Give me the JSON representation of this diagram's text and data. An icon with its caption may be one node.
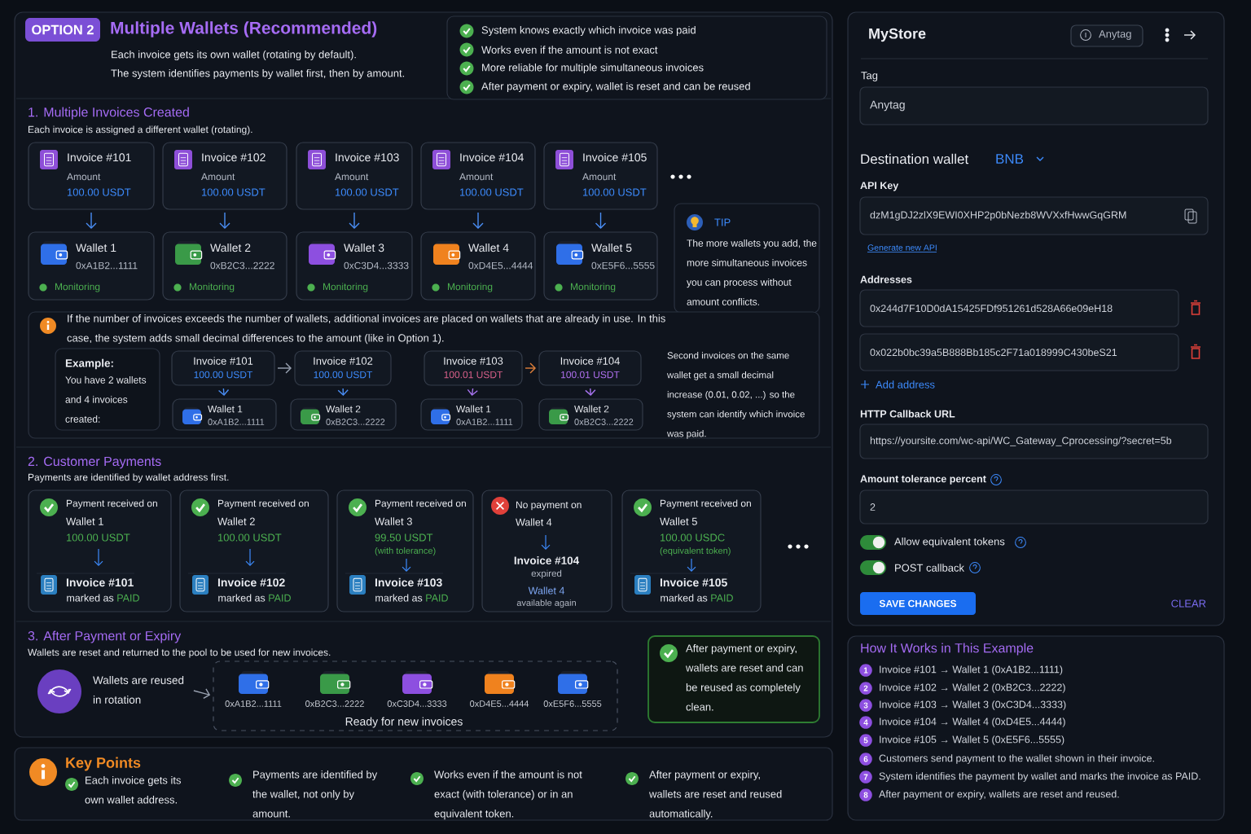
{
  "diagram": {
    "title": "Multiple Wallets (Recommended)",
    "nodes": [
      {
        "text": [
          "System knows exactly which invoice was paid",
          "Works even if the amount is not exact",
          "More reliable for multiple simultaneous invoices",
          "After payment or expiry, wallet is reset and can be reused"
        ]
      },
      {
        "text": [
          "Invoice #101",
          "Amount",
          "100.00 USDT"
        ]
      },
      {
        "text": [
          "Invoice #102",
          "Amount",
          "100.00 USDT"
        ]
      },
      {
        "text": [
          "Invoice #103",
          "Amount",
          "100.00 USDT"
        ]
      },
      {
        "text": [
          "Invoice #104",
          "Amount",
          "100.00 USDT"
        ]
      },
      {
        "text": [
          "Invoice #105",
          "Amount",
          "100.00 USDT"
        ]
      },
      {
        "text": [
          "Wallet 1",
          "0xA1B2...1111",
          "Monitoring"
        ]
      },
      {
        "text": [
          "Wallet 2",
          "0xB2C3...2222",
          "Monitoring"
        ]
      },
      {
        "text": [
          "Wallet 3",
          "0xC3D4...3333",
          "Monitoring"
        ]
      },
      {
        "text": [
          "Wallet 4",
          "0xD4E5...4444",
          "Monitoring"
        ]
      },
      {
        "text": [
          "Wallet 5",
          "0xE5F6...5555",
          "Monitoring"
        ]
      },
      {
        "text": [
          "TIP",
          "The more wallets you add, the more simultaneous invoices you can process without amount conflicts."
        ]
      },
      {
        "text": [
          "If the number of invoices exceeds the number of wallets, additional invoices are placed on wallets that are already in use. In this case, the system adds small decimal differences to the amount (like in Option 1)."
        ]
      },
      {
        "text": [
          "Example:",
          "You have 2 wallets and 4 invoices created:"
        ],
        "in": 12
      },
      {
        "text": [
          "Invoice #101",
          "100.00 USDT"
        ],
        "in": 12
      },
      {
        "text": [
          "Invoice #102",
          "100.00 USDT"
        ],
        "in": 12
      },
      {
        "text": [
          "Invoice #103",
          "100.01 USDT"
        ],
        "in": 12
      },
      {
        "text": [
          "Invoice #104",
          "100.01 USDT"
        ],
        "in": 12
      },
      {
        "text": [
          "Wallet 1",
          "0xA1B2...1111"
        ],
        "in": 12
      },
      {
        "text": [
          "Wallet 2",
          "0xB2C3...2222"
        ],
        "in": 12
      },
      {
        "text": [
          "Wallet 1",
          "0xA1B2...1111"
        ],
        "in": 12
      },
      {
        "text": [
          "Wallet 2",
          "0xB2C3...2222"
        ],
        "in": 12
      },
      {
        "text": [
          "Payment received on",
          "Wallet 1",
          "100.00 USDT",
          "Invoice #101",
          "marked as",
          "PAID"
        ]
      },
      {
        "text": [
          "Payment received on",
          "Wallet 2",
          "100.00 USDT",
          "Invoice #102",
          "marked as",
          "PAID"
        ]
      },
      {
        "text": [
          "Payment received on",
          "Wallet 3",
          "99.50 USDT",
          "(with tolerance)",
          "Invoice #103",
          "marked as",
          "PAID"
        ]
      },
      {
        "text": [
          "No payment on",
          "Wallet 4",
          "Invoice #104",
          "expired",
          "Wallet 4",
          "available again"
        ]
      },
      {
        "text": [
          "Payment received on",
          "Wallet 5",
          "100.00 USDC",
          "(equivalent token)",
          "Invoice #105",
          "marked as",
          "PAID"
        ]
      },
      {
        "text": [
          "Wallets are reused in rotation"
        ]
      },
      {
        "text": [
          "Ready for new invoices"
        ]
      },
      {
        "text": [
          "After payment or expiry, wallets are reset and can be reused as completely clean."
        ]
      },
      {
        "text": [
          "Key Points",
          "Each invoice gets its own wallet address.",
          "Payments are identified by the wallet, not only by amount.",
          "Works even if the amount is not exact (with tolerance) or in an equivalent token.",
          "After payment or expiry, wallets are reset and reused automatically."
        ]
      },
      {
        "text": [
          "MyStore"
        ]
      },
      {
        "text": [
          "Anytag"
        ],
        "in": 31
      },
      {
        "text": [
          "Anytag"
        ],
        "in": 31,
        "beside": [
          "Tag"
        ]
      },
      {
        "text": [
          "dzM1gDJ2zlX9EWI0XHP2p0bNezb8WVXxfHwwGqGRM"
        ],
        "in": 31,
        "beside": [
          "API Key"
        ]
      },
      {
        "text": [
          "0x244d7F10D0dA15425FDf951261d528A66e09eH18"
        ],
        "in": 31,
        "beside": [
          "Addresses"
        ]
      },
      {
        "text": [
          "0x022b0bc39a5B888Bb185c2F71a018999C430beS21"
        ],
        "in": 31
      },
      {
        "text": [
          "https://yoursite.com/wc-api/WC_Gateway_Cprocessing/?secret=5b"
        ],
        "in": 31,
        "beside": [
          "HTTP Callback URL"
        ]
      },
      {
        "text": [
          "2"
        ],
        "in": 31,
        "beside": [
          "Amount tolerance percent"
        ]
      },
      {
        "text": [
          "SAVE CHANGES"
        ],
        "in": 31
      },
      {
        "text": [
          "How It Works in This Example",
          "Invoice #101 → Wallet 1 (0xA1B2...1111)",
          "Invoice #102 → Wallet 2 (0xB2C3...2222)",
          "Invoice #103 → Wallet 3 (0xC3D4...3333)",
          "Invoice #104 → Wallet 4 (0xD4E5...4444)",
          "Invoice #105 → Wallet 5 (0xE5F6...5555)",
          "Customers send payment to the wallet shown in their invoice.",
          "System identifies the payment by wallet and marks the invoice as PAID.",
          "After payment or expiry, wallets are reset and reused."
        ]
      }
    ],
    "edges": [
      {
        "from": 1,
        "to": 6,
        "arrow": "to"
      },
      {
        "from": 2,
        "to": 7,
        "arrow": "to"
      },
      {
        "from": 3,
        "to": 8,
        "arrow": "to"
      },
      {
        "from": 4,
        "to": 9,
        "arrow": "to"
      },
      {
        "from": 5,
        "to": 10,
        "arrow": "to"
      },
      {
        "from": 14,
        "to": 15,
        "arrow": "to",
        "color": "#9aa3b2"
      },
      {
        "from": 16,
        "to": 17,
        "arrow": "to",
        "color": "#e0803a"
      },
      {
        "from": 14,
        "to": 18,
        "arrow": "to"
      },
      {
        "from": 15,
        "to": 19,
        "arrow": "to"
      },
      {
        "from": 16,
        "to": 20,
        "arrow": "to",
        "color": "#a874f0"
      },
      {
        "from": 17,
        "to": 21,
        "arrow": "to",
        "color": "#a874f0"
      },
      {
        "from": 27,
        "to": 28,
        "arrow": "to",
        "color": "#9aa3b2"
      }
    ],
    "labels": [
      "OPTION 2",
      "Each invoice gets its own wallet (rotating by default).",
      "The system identifies payments by wallet first, then by amount.",
      "1. Multiple Invoices Created",
      "Each invoice is assigned a different wallet (rotating).",
      "Second invoices on the same wallet get a small decimal increase (0.01, 0.02, ...) so the system can identify which invoice was paid.",
      "2. Customer Payments",
      "Payments are identified by wallet address first.",
      "3. After Payment or Expiry",
      "Wallets are reset and returned to the pool to be used for new invoices.",
      "0xA1B2...1111",
      "0xB2C3...2222",
      "0xC3D4...3333",
      "0xD4E5...4444",
      "0xE5F6...5555",
      "Destination wallet",
      "BNB",
      "Generate new API",
      "Add address",
      "Allow equivalent tokens",
      "POST callback",
      "CLEAR",
      "1",
      "2",
      "3",
      "4",
      "5",
      "6",
      "7",
      "8"
    ]
  }
}
